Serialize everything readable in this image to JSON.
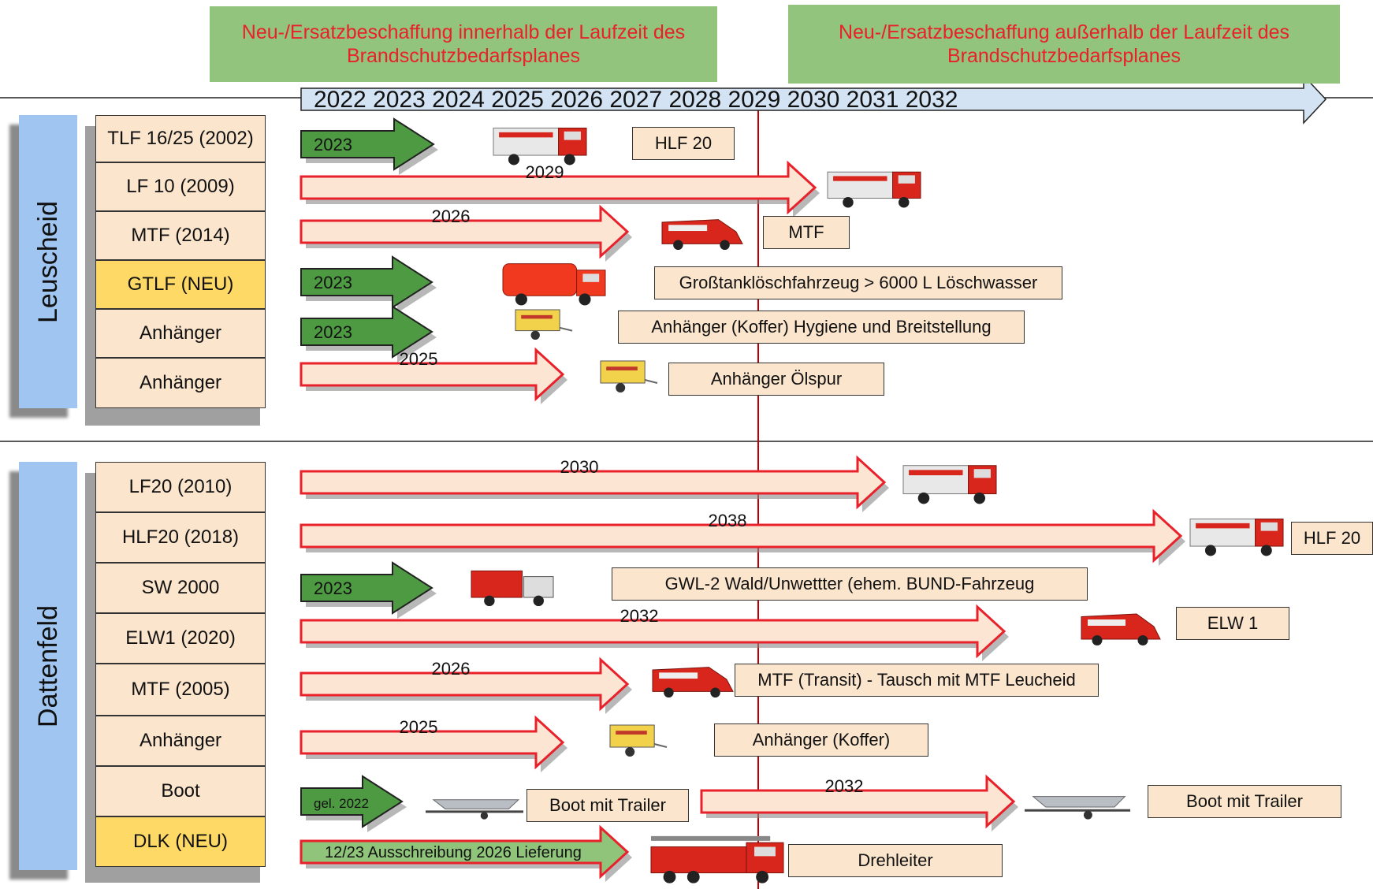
{
  "banners": {
    "within": "Neu-/Ersatzbeschaffung innerhalb der Laufzeit des Brandschutzbedarfsplanes",
    "outside": "Neu-/Ersatzbeschaffung außerhalb der Laufzeit des Brandschutzbedarfsplanes"
  },
  "timeline": {
    "years_text": "2022 2023 2024 2025 2026 2027 2028 2029 2030 2031 2032"
  },
  "colors": {
    "banner_bg": "#93c47d",
    "banner_text": "#e8212b",
    "timeline_fill": "#d3e3f3",
    "green_arrow": "#4e9a43",
    "red_arrow_fill": "#fde5d3",
    "red_arrow_stroke": "#e8212b",
    "cell_bg": "#fbe5cd",
    "cell_new_bg": "#ffd966",
    "group_bg": "#9fc5f0"
  },
  "groups": [
    {
      "name": "Leuscheid",
      "rows": [
        {
          "vehicle": "TLF 16/25 (2002)",
          "arrow": {
            "type": "green",
            "label": "2023"
          },
          "icon": "fire-truck-icon",
          "note": "HLF 20"
        },
        {
          "vehicle": "LF 10 (2009)",
          "arrow": {
            "type": "red",
            "label": "2029"
          },
          "icon": "fire-truck-icon",
          "note": ""
        },
        {
          "vehicle": "MTF (2014)",
          "arrow": {
            "type": "red",
            "label": "2026"
          },
          "icon": "van-icon",
          "note": "MTF"
        },
        {
          "vehicle": "GTLF (NEU)",
          "is_new": true,
          "arrow": {
            "type": "green",
            "label": "2023"
          },
          "icon": "tanker-truck-icon",
          "note": "Großtanklöschfahrzeug > 6000 L Löschwasser"
        },
        {
          "vehicle": "Anhänger",
          "arrow": {
            "type": "green",
            "label": "2023"
          },
          "icon": "trailer-icon",
          "note": "Anhänger (Koffer) Hygiene und Breitstellung"
        },
        {
          "vehicle": "Anhänger",
          "arrow": {
            "type": "red",
            "label": "2025"
          },
          "icon": "trailer-icon",
          "note": "Anhänger Ölspur"
        }
      ]
    },
    {
      "name": "Dattenfeld",
      "rows": [
        {
          "vehicle": "LF20 (2010)",
          "arrow": {
            "type": "red",
            "label": "2030"
          },
          "icon": "fire-truck-icon",
          "note": ""
        },
        {
          "vehicle": "HLF20 (2018)",
          "arrow": {
            "type": "red",
            "label": "2038"
          },
          "icon": "fire-truck-icon",
          "note": "HLF 20"
        },
        {
          "vehicle": "SW 2000",
          "arrow": {
            "type": "green",
            "label": "2023"
          },
          "icon": "box-truck-icon",
          "note": "GWL-2 Wald/Unwettter (ehem. BUND-Fahrzeug"
        },
        {
          "vehicle": "ELW1 (2020)",
          "arrow": {
            "type": "red",
            "label": "2032"
          },
          "icon": "van-icon",
          "note": "ELW 1"
        },
        {
          "vehicle": "MTF (2005)",
          "arrow": {
            "type": "red",
            "label": "2026"
          },
          "icon": "van-icon",
          "note": "MTF (Transit) - Tausch mit MTF Leucheid"
        },
        {
          "vehicle": "Anhänger",
          "arrow": {
            "type": "red",
            "label": "2025"
          },
          "icon": "trailer-icon",
          "note": "Anhänger (Koffer)"
        },
        {
          "vehicle": "Boot",
          "arrow": {
            "type": "green",
            "label": "gel. 2022"
          },
          "icon": "boat-trailer-icon",
          "note": "Boot mit Trailer",
          "second_arrow": {
            "type": "red",
            "label": "2032"
          },
          "second_icon": "boat-trailer-icon",
          "second_note": "Boot mit Trailer"
        },
        {
          "vehicle": "DLK (NEU)",
          "is_new": true,
          "arrow": {
            "type": "red-green",
            "label": "12/23 Ausschreibung 2026 Lieferung"
          },
          "icon": "ladder-truck-icon",
          "note": "Drehleiter"
        }
      ]
    }
  ]
}
